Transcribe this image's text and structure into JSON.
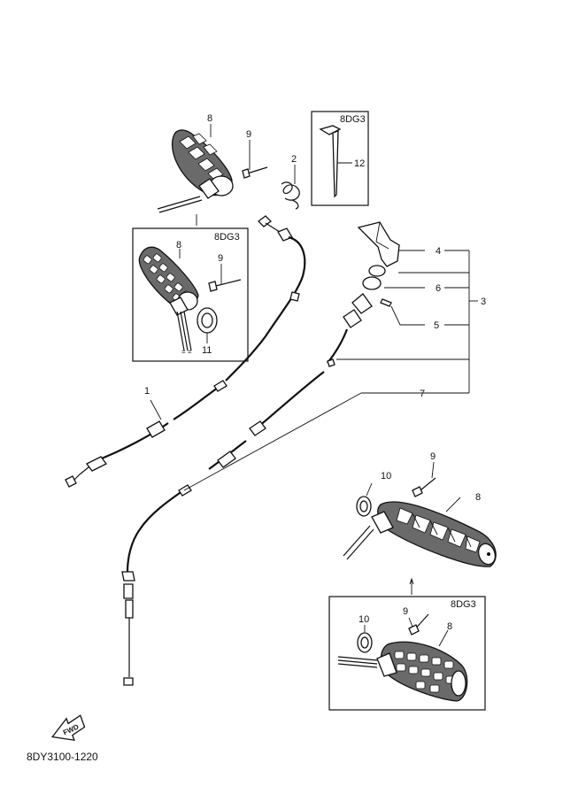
{
  "callouts": {
    "grip_left_top": "8",
    "screw_left_top": "9",
    "clip": "2",
    "rod": "12",
    "grip_left_inset": "8",
    "screw_left_inset": "9",
    "collar_left_inset": "11",
    "bracket": "4",
    "collar_throttle": "6",
    "assembly": "3",
    "pin": "5",
    "cable_left": "1",
    "cable_throttle": "7",
    "screw_right_top": "9",
    "collar_right_top": "10",
    "grip_right_top": "8",
    "screw_right_inset": "9",
    "collar_right_inset": "10",
    "grip_right_inset": "8"
  },
  "insets": {
    "rod_box": "8DG3",
    "left_grip_box": "8DG3",
    "right_grip_box": "8DG3"
  },
  "fwd_label": "FWD",
  "figure_code": "8DY3100-1220"
}
